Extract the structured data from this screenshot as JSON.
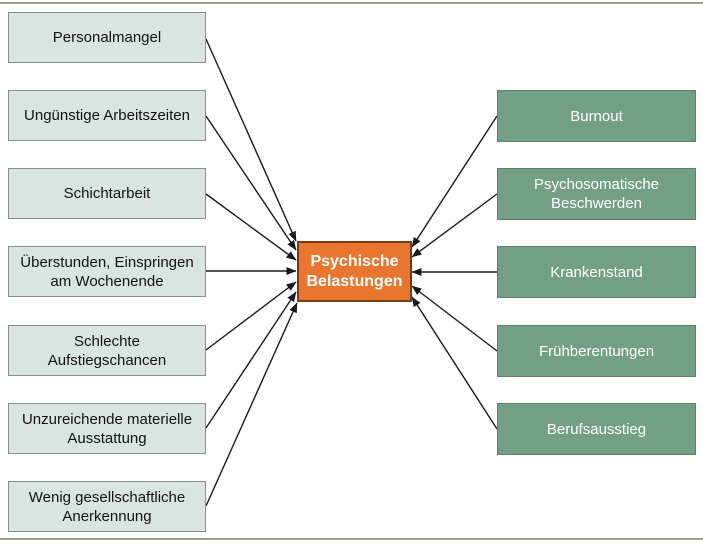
{
  "colors": {
    "cause_fill": "#d9e5e1",
    "cause_border": "#878f8c",
    "effect_fill": "#73a084",
    "effect_border": "#5e8269",
    "center_fill": "#e8762e",
    "center_border": "#7b3a16",
    "arrow": "#1a1a1a",
    "divider_rule": "#9aa096"
  },
  "center": {
    "label": "Psychische\nBelastungen"
  },
  "causes": [
    {
      "label": "Personalmangel"
    },
    {
      "label": "Ungünstige Arbeitszeiten"
    },
    {
      "label": "Schichtarbeit"
    },
    {
      "label": "Überstunden, Einspringen\nam Wochenende"
    },
    {
      "label": "Schlechte\nAufstiegschancen"
    },
    {
      "label": "Unzureichende materielle\nAusstattung"
    },
    {
      "label": "Wenig gesellschaftliche\nAnerkennung"
    }
  ],
  "effects": [
    {
      "label": "Burnout"
    },
    {
      "label": "Psychosomatische\nBeschwerden"
    },
    {
      "label": "Krankenstand"
    },
    {
      "label": "Frühberentungen"
    },
    {
      "label": "Berufsausstieg"
    }
  ],
  "edges": [
    {
      "from": "Personalmangel",
      "to": "Psychische Belastungen"
    },
    {
      "from": "Ungünstige Arbeitszeiten",
      "to": "Psychische Belastungen"
    },
    {
      "from": "Schichtarbeit",
      "to": "Psychische Belastungen"
    },
    {
      "from": "Überstunden, Einspringen am Wochenende",
      "to": "Psychische Belastungen"
    },
    {
      "from": "Schlechte Aufstiegschancen",
      "to": "Psychische Belastungen"
    },
    {
      "from": "Unzureichende materielle Ausstattung",
      "to": "Psychische Belastungen"
    },
    {
      "from": "Wenig gesellschaftliche Anerkennung",
      "to": "Psychische Belastungen"
    },
    {
      "from": "Burnout",
      "to": "Psychische Belastungen"
    },
    {
      "from": "Psychosomatische Beschwerden",
      "to": "Psychische Belastungen"
    },
    {
      "from": "Krankenstand",
      "to": "Psychische Belastungen"
    },
    {
      "from": "Frühberentungen",
      "to": "Psychische Belastungen"
    },
    {
      "from": "Berufsausstieg",
      "to": "Psychische Belastungen"
    }
  ]
}
